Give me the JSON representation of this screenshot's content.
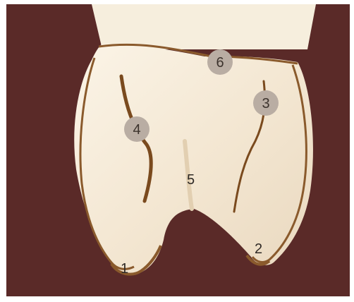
{
  "labels": {
    "one": "1",
    "two": "2",
    "three": "3",
    "four": "4",
    "five": "5",
    "six": "6"
  },
  "colors": {
    "background": "#5a2a28",
    "tooth": "#f4ead8",
    "outline": "#8a5a2c",
    "badge": "#b9ada3"
  }
}
